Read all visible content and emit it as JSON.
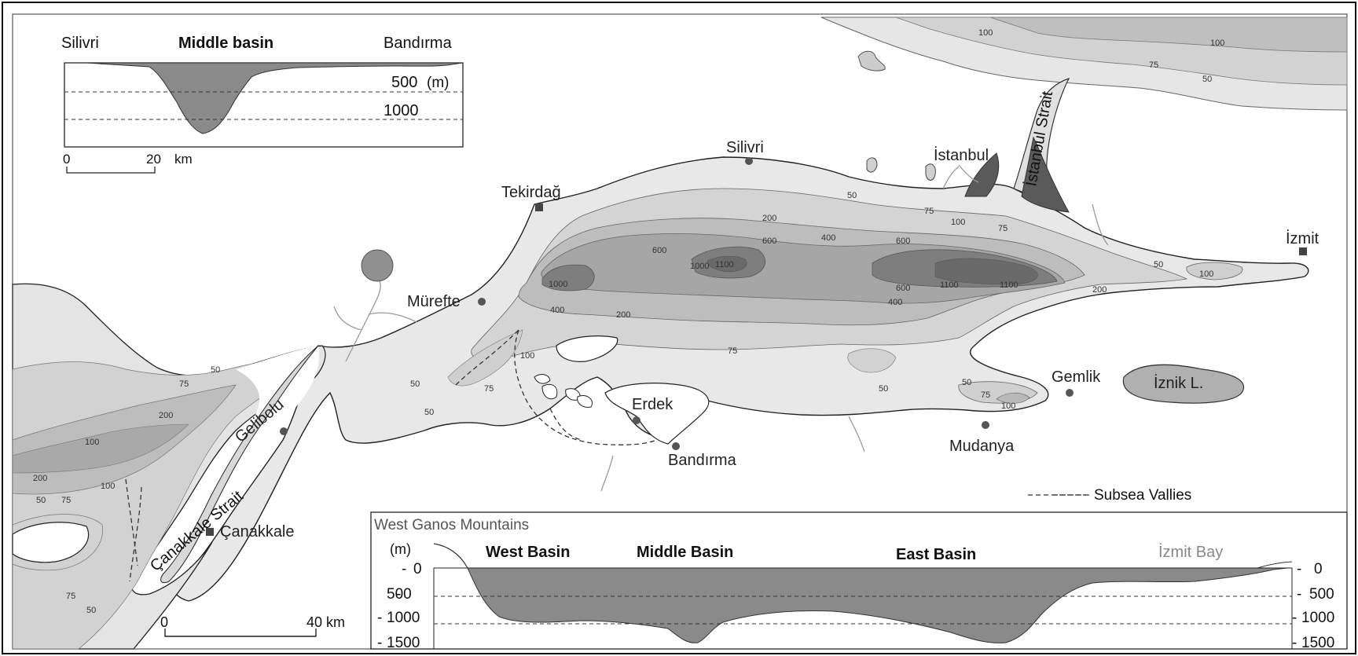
{
  "map": {
    "cities": {
      "silivri": "Silivri",
      "tekirdag": "Tekirdağ",
      "istanbul": "İstanbul",
      "izmit": "İzmit",
      "murefte": "Mürefte",
      "gelibolu": "Gelibolu",
      "canakkale": "Çanakkale",
      "erdek": "Erdek",
      "bandirma": "Bandırma",
      "gemlik": "Gemlik",
      "mudanya": "Mudanya",
      "iznik_lake": "İznik L."
    },
    "straits": {
      "istanbul_strait": "İstanbul Strait",
      "canakkale_strait": "Çanakkale Strait"
    },
    "contours": {
      "c50": "50",
      "c75": "75",
      "c100": "100",
      "c200": "200",
      "c400": "400",
      "c600": "600",
      "c1000": "1000",
      "c1100": "1100"
    },
    "legend": {
      "subsea_valleys": "Subsea Vallies"
    },
    "scale": {
      "zero": "0",
      "forty": "40 km"
    },
    "colors": {
      "land": "#ffffff",
      "shelf": "#e4e4e4",
      "slope": "#cfcfcf",
      "mid": "#b4b4b4",
      "deep": "#8e8e8e",
      "deepest": "#707070",
      "strait": "#5a5a5a",
      "lake": "#b0b0b0",
      "profile": "#8a8a8a"
    }
  },
  "inset_profile": {
    "left_label": "Silivri",
    "center_label": "Middle basin",
    "right_label": "Bandırma",
    "depth_500": "500",
    "unit": "(m)",
    "depth_1000": "1000",
    "scale_zero": "0",
    "scale_twenty": "20",
    "scale_unit": "km"
  },
  "bottom_profile": {
    "title": "West Ganos Mountains",
    "unit": "(m)",
    "west_basin": "West Basin",
    "middle_basin": "Middle Basin",
    "east_basin": "East Basin",
    "izmit_bay": "İzmit Bay",
    "left_ticks": [
      "0",
      "500",
      "1000",
      "1500"
    ],
    "right_ticks": [
      "0",
      "500",
      "1000",
      "1500"
    ]
  }
}
